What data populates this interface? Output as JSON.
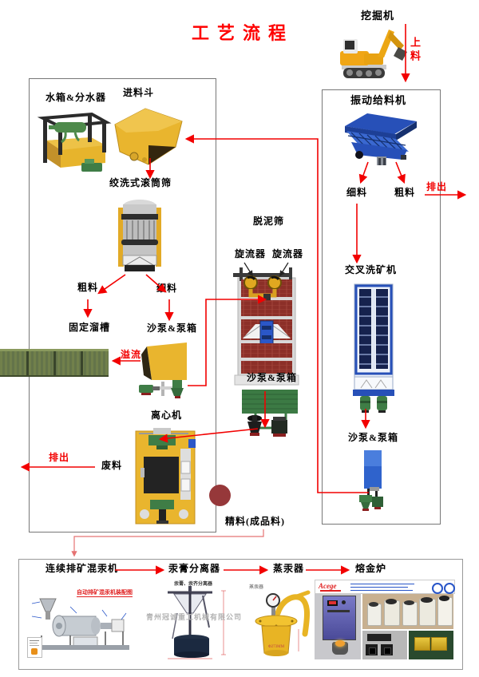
{
  "title": "工艺流程",
  "top_flow": {
    "excavator_label": "挖掘机",
    "feed_down_label": "上料"
  },
  "left_section": {
    "water_tank_label": "水箱&分水器",
    "feed_hopper_label": "进料斗",
    "trommel_label": "绞洗式滚筒筛",
    "coarse_label": "粗料",
    "fine_label": "细料",
    "fixed_chute_label": "固定溜槽",
    "sand_pump_label": "沙泵&泵箱",
    "overflow_label": "溢流",
    "centrifuge_label": "离心机",
    "waste_label": "废料",
    "discharge_label": "排出"
  },
  "middle_section": {
    "desliming_screen_label": "脱泥筛",
    "cyclone_left_label": "旋流器",
    "cyclone_right_label": "旋流器",
    "sand_pump_label": "沙泵&泵箱",
    "concentrate_label": "精料(成品料)"
  },
  "right_section": {
    "vibrating_feeder_label": "振动给料机",
    "fine_label": "细料",
    "coarse_label": "粗料",
    "discharge_label": "排出",
    "cross_washer_label": "交叉洗矿机",
    "sand_pump_label": "沙泵&泵箱"
  },
  "bottom_section": {
    "amalgamator_label": "连续排矿混汞机",
    "separator_label": "汞膏分离器",
    "distiller_label": "蒸汞器",
    "furnace_label": "熔金炉",
    "amalgamator_drawing_title": "自动排矿混汞机装配图",
    "separator_drawing_title": "汞膏、汞齐分离器",
    "distiller_small_label": "蒸汞器",
    "distiller_dimension": "Φ273MM",
    "furnace_brand": "Acege",
    "watermark": "青州冠诚重工机械有限公司"
  },
  "colors": {
    "flow_red": "#f20000",
    "title_red": "#ff0000",
    "machine_yellow": "#e9b52e",
    "machine_blue": "#2e5fc8",
    "machine_green": "#3f7d46",
    "screen_brick_red": "#8c2f28",
    "concentrate_dot": "#96383a"
  }
}
